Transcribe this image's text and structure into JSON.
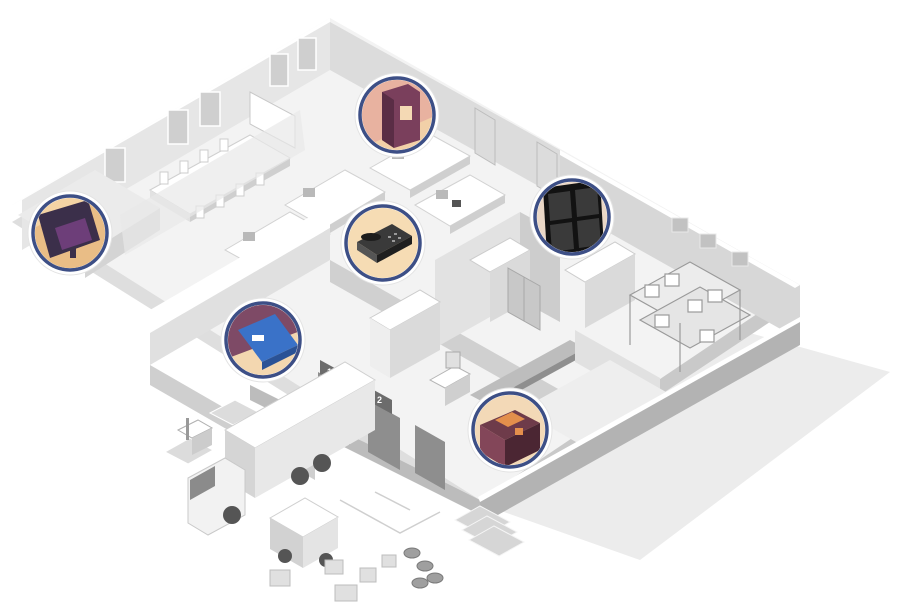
{
  "dock_numbers": {
    "left": "1",
    "right": "2"
  },
  "colors": {
    "ring": "#3d4f86",
    "badge_bg": "#f6dcb4",
    "badge_dark": "#3c3050",
    "floor": "#f2f2f2",
    "wall_top": "#ffffff",
    "wall_side": "#d9d9d9",
    "wall_dark": "#a9a9a9",
    "shadow": "#e9e9e9",
    "accent_blue": "#3a72c8"
  },
  "badges": [
    {
      "id": "badge-mailbox",
      "icon": "mailbox-icon"
    },
    {
      "id": "badge-monitor",
      "icon": "monitor-icon"
    },
    {
      "id": "badge-telephone",
      "icon": "telephone-icon"
    },
    {
      "id": "badge-window",
      "icon": "window-icon"
    },
    {
      "id": "badge-document",
      "icon": "document-icon"
    },
    {
      "id": "badge-boxes",
      "icon": "boxes-icon"
    }
  ]
}
